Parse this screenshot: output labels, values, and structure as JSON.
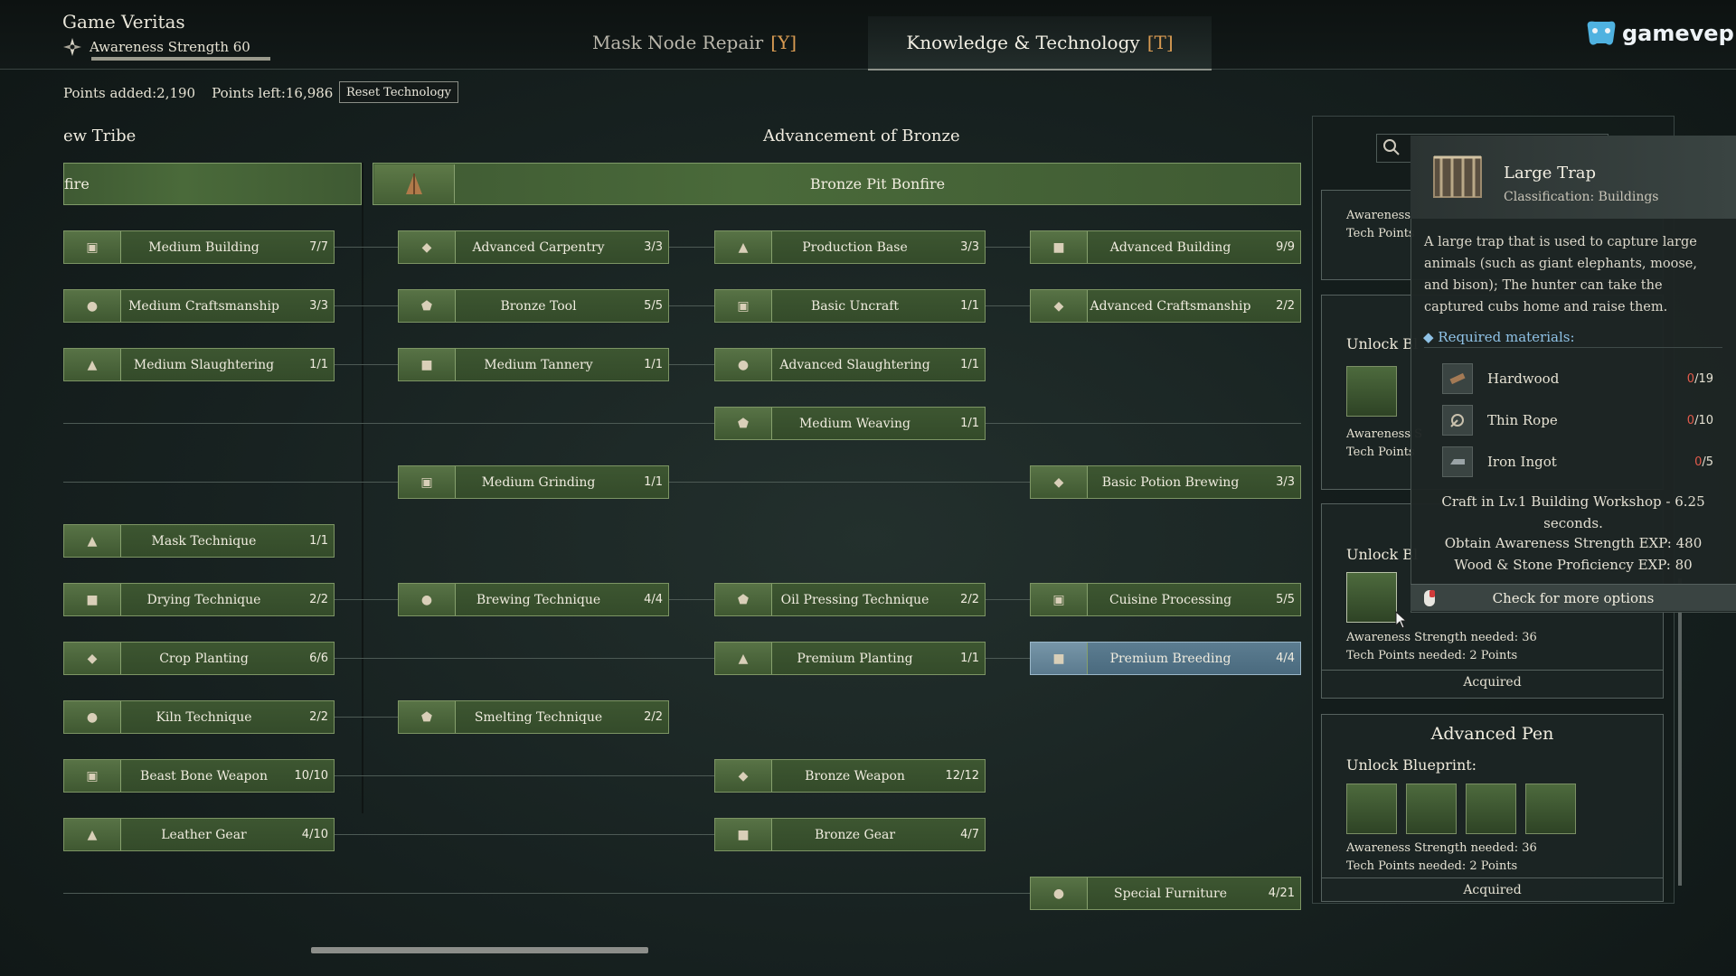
{
  "header": {
    "game_title": "Game Veritas",
    "awareness_label": "Awareness Strength 60",
    "awareness_progress": 1.0,
    "tabs": [
      {
        "label": "Mask Node Repair",
        "hotkey": "[Y]",
        "active": false
      },
      {
        "label": "Knowledge & Technology",
        "hotkey": "[T]",
        "active": true
      }
    ],
    "logo_text": "gamevep"
  },
  "points": {
    "added": "Points added:2,190",
    "left": "Points left:16,986",
    "reset_label": "Reset Technology"
  },
  "tree": {
    "eras": [
      {
        "title": "ew Tribe",
        "root": "fire"
      },
      {
        "title": "Advancement of Bronze",
        "root": "Bronze Pit Bonfire"
      }
    ],
    "nodes": [
      {
        "label": "Medium Building",
        "count": "7/7"
      },
      {
        "label": "Advanced Carpentry",
        "count": "3/3"
      },
      {
        "label": "Production Base",
        "count": "3/3"
      },
      {
        "label": "Advanced Building",
        "count": "9/9"
      },
      {
        "label": "Medium Craftsmanship",
        "count": "3/3"
      },
      {
        "label": "Bronze Tool",
        "count": "5/5"
      },
      {
        "label": "Basic Uncraft",
        "count": "1/1"
      },
      {
        "label": "Advanced Craftsmanship",
        "count": "2/2"
      },
      {
        "label": "Medium Slaughtering",
        "count": "1/1"
      },
      {
        "label": "Medium Tannery",
        "count": "1/1"
      },
      {
        "label": "Advanced Slaughtering",
        "count": "1/1"
      },
      {
        "label": "Medium Weaving",
        "count": "1/1"
      },
      {
        "label": "Medium Grinding",
        "count": "1/1"
      },
      {
        "label": "Basic Potion Brewing",
        "count": "3/3"
      },
      {
        "label": "Mask Technique",
        "count": "1/1"
      },
      {
        "label": "Drying Technique",
        "count": "2/2"
      },
      {
        "label": "Brewing Technique",
        "count": "4/4"
      },
      {
        "label": "Oil Pressing Technique",
        "count": "2/2"
      },
      {
        "label": "Cuisine Processing",
        "count": "5/5"
      },
      {
        "label": "Crop Planting",
        "count": "6/6"
      },
      {
        "label": "Premium Planting",
        "count": "1/1"
      },
      {
        "label": "Premium Breeding",
        "count": "4/4"
      },
      {
        "label": "Kiln Technique",
        "count": "2/2"
      },
      {
        "label": "Smelting Technique",
        "count": "2/2"
      },
      {
        "label": "Beast Bone Weapon",
        "count": "10/10"
      },
      {
        "label": "Bronze Weapon",
        "count": "12/12"
      },
      {
        "label": "Leather Gear",
        "count": "4/10"
      },
      {
        "label": "Bronze Gear",
        "count": "4/7"
      },
      {
        "label": "Special Furniture",
        "count": "4/21"
      }
    ]
  },
  "panel": {
    "cards": [
      {
        "lines": [
          "Awareness S",
          "Tech Points"
        ]
      },
      {
        "unlock": "Unlock Bl",
        "lines": [
          "Awareness S",
          "Tech Points"
        ]
      },
      {
        "unlock": "Unlock Bl",
        "lines": [
          "Awareness Strength needed: 36",
          "Tech Points needed: 2 Points"
        ],
        "status": "Acquired"
      },
      {
        "title": "Advanced Pen",
        "unlock": "Unlock Blueprint:",
        "lines": [
          "Awareness Strength needed: 36",
          "Tech Points needed: 2 Points"
        ],
        "status": "Acquired"
      }
    ]
  },
  "tooltip": {
    "title": "Large Trap",
    "classification": "Classification: Buildings",
    "description": "A large trap that is used to capture large animals (such as giant elephants, moose, and bison); The hunter can take the captured cubs home and raise them.",
    "required_label": "Required materials:",
    "materials": [
      {
        "name": "Hardwood",
        "have": "0",
        "need": "/19",
        "icon": "wood-icon"
      },
      {
        "name": "Thin Rope",
        "have": "0",
        "need": "/10",
        "icon": "rope-icon"
      },
      {
        "name": "Iron Ingot",
        "have": "0",
        "need": "/5",
        "icon": "ingot-icon"
      }
    ],
    "craft_info": "Craft in Lv.1 Building Workshop - 6.25 seconds.",
    "exp_awareness": "Obtain Awareness Strength EXP: 480",
    "exp_wood": "Wood & Stone Proficiency EXP: 80",
    "check_label": "Check for more options"
  },
  "colors": {
    "node_fill": "#3d5631",
    "node_selected": "#5c7d91",
    "material_missing": "#e35b4c",
    "required_label": "#8fc2e6",
    "hotkey": "#d79a52"
  }
}
